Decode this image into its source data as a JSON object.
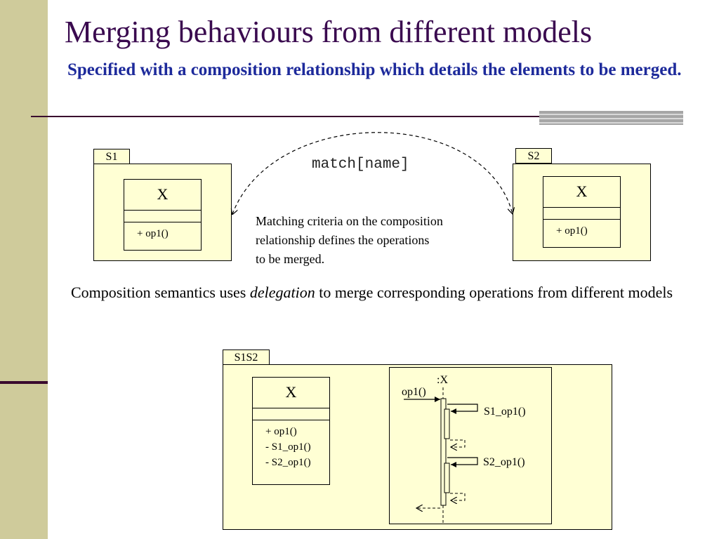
{
  "slide": {
    "title": "Merging behaviours from different models",
    "subtitle": "Specified with a composition relationship which details the elements to be merged."
  },
  "package_s1": {
    "tab": "S1",
    "class_name": "X",
    "operations": [
      "+ op1()"
    ]
  },
  "package_s2": {
    "tab": "S2",
    "class_name": "X",
    "operations": [
      "+ op1()"
    ]
  },
  "match_label": "match[name]",
  "note_lines": [
    "Matching criteria on the composition",
    "relationship defines the operations",
    "to be merged."
  ],
  "paragraph": {
    "before": "Composition semantics uses ",
    "emphasis": "delegation",
    "after": " to merge corresponding operations from different models"
  },
  "package_s1s2": {
    "tab": "S1S2",
    "class_name": "X",
    "operations": [
      "+ op1()",
      "- S1_op1()",
      "- S2_op1()"
    ]
  },
  "sequence": {
    "lifeline": ":X",
    "incoming_message": "op1()",
    "self_call_1": "S1_op1()",
    "self_call_2": "S2_op1()"
  },
  "colors": {
    "title": "#3a0a4f",
    "subtitle": "#1d2a9b",
    "sidebar": "#cfcb9b",
    "package_fill": "#ffffd4"
  }
}
